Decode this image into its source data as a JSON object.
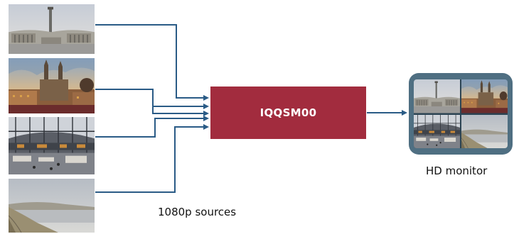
{
  "processor": {
    "label": "IQQSM00"
  },
  "sources": {
    "caption": "1080p sources",
    "count": 4
  },
  "monitor": {
    "caption": "HD monitor"
  },
  "colors": {
    "wire": "#2a5b86",
    "processor": "#a22c3e",
    "monitor_frame": "#4f6f82"
  },
  "images": [
    {
      "name": "heroes-square-photo"
    },
    {
      "name": "church-towers-photo"
    },
    {
      "name": "market-hall-photo"
    },
    {
      "name": "river-landscape-photo"
    }
  ]
}
